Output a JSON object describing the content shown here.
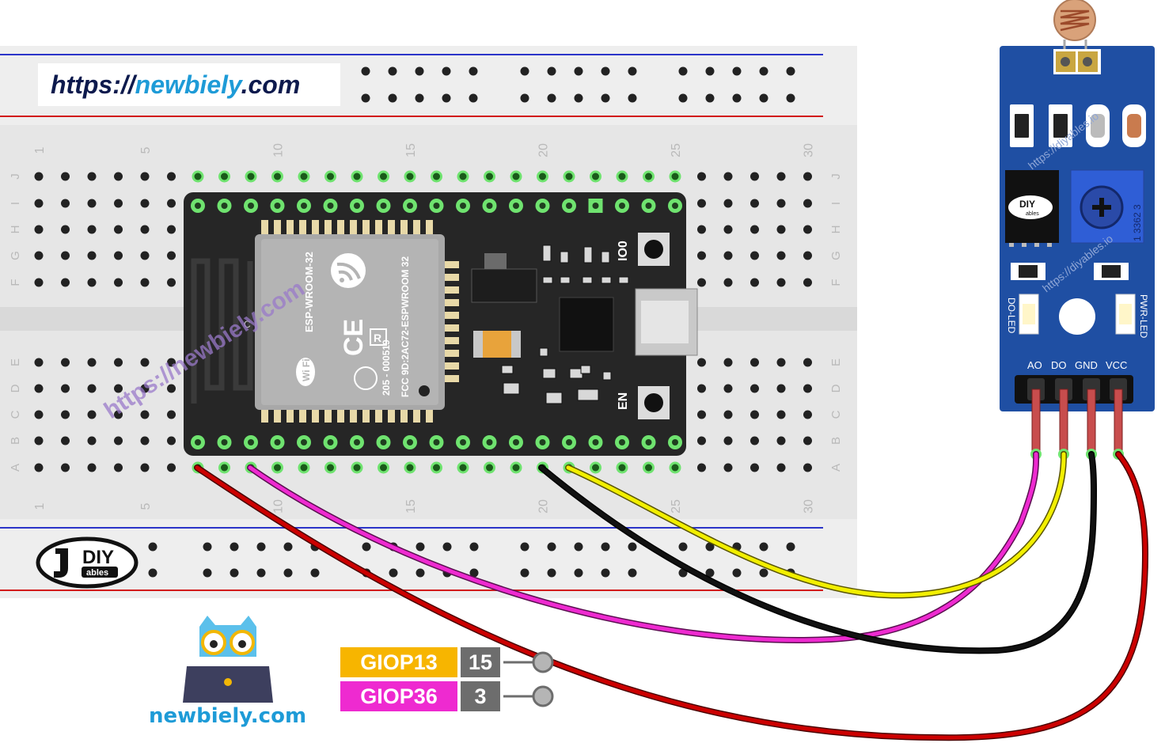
{
  "watermark_url": {
    "prefix": "https://",
    "middle": "newbiely",
    "suffix": ".com"
  },
  "diagonal_watermark": "https://newbiely.com",
  "sensor_watermark": "https://diyables.io",
  "brand": {
    "logo_text": "DIY",
    "logo_sub": "ables",
    "site": "newbiely.com"
  },
  "breadboard": {
    "column_numbers": [
      "1",
      "5",
      "10",
      "15",
      "20",
      "25",
      "30"
    ],
    "row_letters_top": [
      "J",
      "I",
      "H",
      "G",
      "F"
    ],
    "row_letters_bottom": [
      "E",
      "D",
      "C",
      "B",
      "A"
    ]
  },
  "esp32": {
    "module_lines": [
      "ESP-WROOM-32",
      "205 - 000519",
      "FCC 9D:2AC72-ESPWROOM 32"
    ],
    "button_top": "IO0",
    "button_bottom": "EN",
    "wifi": "Wi Fi",
    "shield_letter": "C",
    "r_mark": "R",
    "ce_mark": "CE"
  },
  "sensor": {
    "pins": [
      "AO",
      "DO",
      "GND",
      "VCC"
    ],
    "led_left": "DO-LED",
    "led_right": "PWR-LED",
    "pot_code": "1 3362 3",
    "logo_text": "DIY",
    "logo_sub": "ables"
  },
  "pin_legend": [
    {
      "name": "GIOP13",
      "number": "15",
      "color": "#f7b500"
    },
    {
      "name": "GIOP36",
      "number": "3",
      "color": "#ee2ad0"
    }
  ],
  "wire_colors": {
    "red": "#cc0000",
    "magenta": "#ee2ad0",
    "yellow": "#f2ef00",
    "black": "#111111"
  }
}
